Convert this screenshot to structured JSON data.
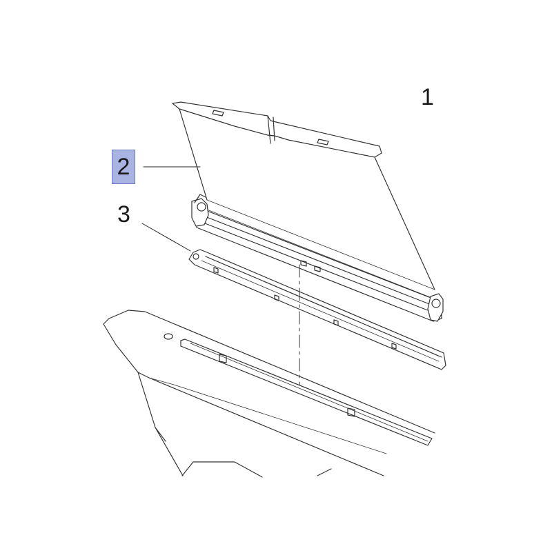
{
  "callouts": {
    "assembly": "1",
    "blind": "2",
    "trim_strip": "3"
  },
  "highlight_color": "#aab4e3"
}
